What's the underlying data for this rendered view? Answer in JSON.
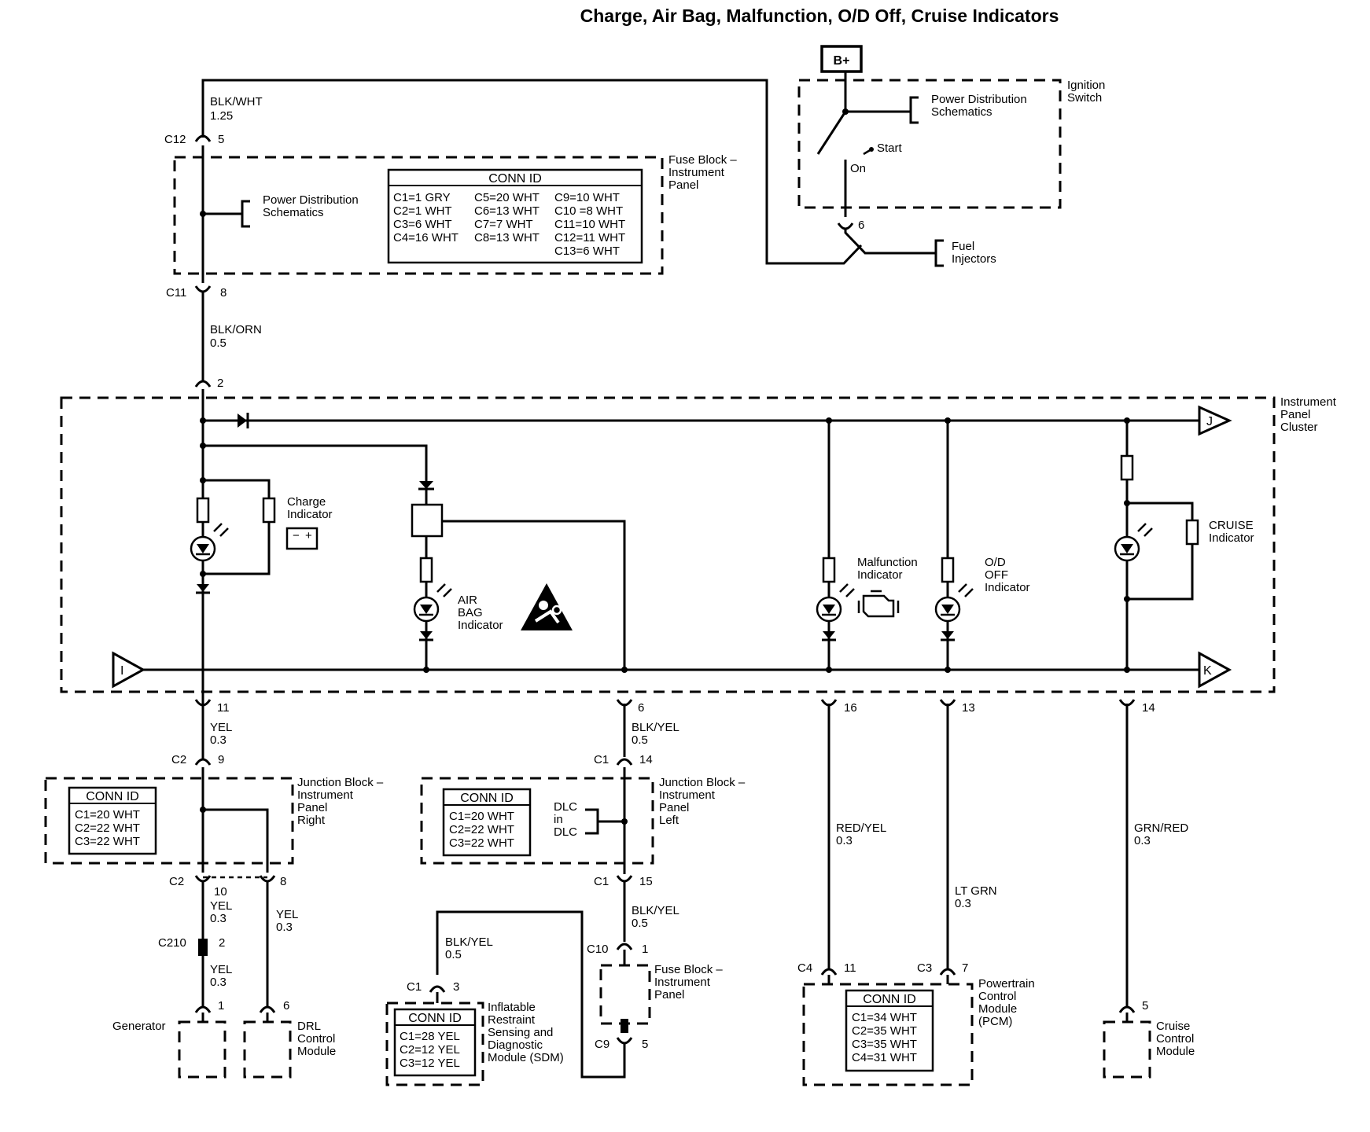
{
  "title": "Charge, Air Bag, Malfunction, O/D Off, Cruise Indicators",
  "power_source": "B+",
  "ignition_switch": {
    "name": [
      "Ignition",
      "Switch"
    ],
    "start": "Start",
    "on": "On",
    "pin": "6"
  },
  "power_distribution": [
    "Power Distribution",
    "Schematics"
  ],
  "fuel_injectors": [
    "Fuel",
    "Injectors"
  ],
  "fuse_block_ip": {
    "name": [
      "Fuse Block –",
      "Instrument",
      "Panel"
    ],
    "conn_header": "CONN ID",
    "conn_col1": [
      "C1=1 GRY",
      "C2=1 WHT",
      "C3=6 WHT",
      "C4=16 WHT"
    ],
    "conn_col2": [
      "C5=20 WHT",
      "C6=13 WHT",
      "C7=7 WHT",
      "C8=13 WHT"
    ],
    "conn_col3": [
      "C9=10 WHT",
      "C10 =8 WHT",
      "C11=10 WHT",
      "C12=11 WHT",
      "C13=6 WHT"
    ]
  },
  "wires": {
    "top": [
      "BLK/WHT",
      "1.25"
    ],
    "main": [
      "BLK/ORN",
      "0.5"
    ],
    "gen_yel": [
      "YEL",
      "0.3"
    ],
    "sdm_blk": [
      "BLK/YEL",
      "0.5"
    ],
    "malf": [
      "RED/YEL",
      "0.3"
    ],
    "od": [
      "LT GRN",
      "0.3"
    ],
    "cruise": [
      "GRN/RED",
      "0.3"
    ]
  },
  "connectors": {
    "c12": "C12",
    "c12_pin": "5",
    "c11": "C11",
    "c11_pin": "8",
    "ipc_in_pin": "2",
    "p11": "11",
    "p6": "6",
    "p16": "16",
    "p13": "13",
    "p14": "14",
    "c2": "C2",
    "c2_pin9": "9",
    "c2_pin10": "10",
    "c2_pin8": "8",
    "c1": "C1",
    "c1_pin14": "14",
    "c1_pin15": "15",
    "c210": "C210",
    "c210_pin": "2",
    "gen_pin": "1",
    "drl_pin": "6",
    "c10": "C10",
    "c10_pin": "1",
    "c9": "C9",
    "c9_pin": "5",
    "sdm_c1": "C1",
    "sdm_pin": "3",
    "c4": "C4",
    "c4_pin": "11",
    "c3": "C3",
    "c3_pin": "7",
    "cruise_pin": "5"
  },
  "cluster": {
    "name": [
      "Instrument",
      "Panel",
      "Cluster"
    ],
    "charge": [
      "Charge",
      "Indicator"
    ],
    "airbag": [
      "AIR",
      "BAG",
      "Indicator"
    ],
    "malfunction": [
      "Malfunction",
      "Indicator"
    ],
    "od_off": [
      "O/D",
      "OFF",
      "Indicator"
    ],
    "cruise": [
      "CRUISE",
      "Indicator"
    ],
    "off_page_j": "J",
    "off_page_k": "K",
    "off_page_i": "I"
  },
  "jb_right": {
    "name": [
      "Junction Block –",
      "Instrument",
      "Panel",
      "Right"
    ],
    "conn_header": "CONN ID",
    "conn": [
      "C1=20 WHT",
      "C2=22 WHT",
      "C3=22 WHT"
    ]
  },
  "jb_left": {
    "name": [
      "Junction Block –",
      "Instrument",
      "Panel",
      "Left"
    ],
    "conn_header": "CONN ID",
    "conn": [
      "C1=20 WHT",
      "C2=22 WHT",
      "C3=22 WHT"
    ],
    "dlc": [
      "DLC",
      "in",
      "DLC"
    ]
  },
  "fuse_block_lower": [
    "Fuse Block –",
    "Instrument",
    "Panel"
  ],
  "generator": "Generator",
  "drl": [
    "DRL",
    "Control",
    "Module"
  ],
  "sdm": {
    "name": [
      "Inflatable",
      "Restraint",
      "Sensing and",
      "Diagnostic",
      "Module (SDM)"
    ],
    "conn_header": "CONN ID",
    "conn": [
      "C1=28 YEL",
      "C2=12 YEL",
      "C3=12 YEL"
    ]
  },
  "pcm": {
    "name": [
      "Powertrain",
      "Control",
      "Module",
      "(PCM)"
    ],
    "conn_header": "CONN ID",
    "conn": [
      "C1=34 WHT",
      "C2=35 WHT",
      "C3=35 WHT",
      "C4=31 WHT"
    ]
  },
  "cruise_module": [
    "Cruise",
    "Control",
    "Module"
  ]
}
